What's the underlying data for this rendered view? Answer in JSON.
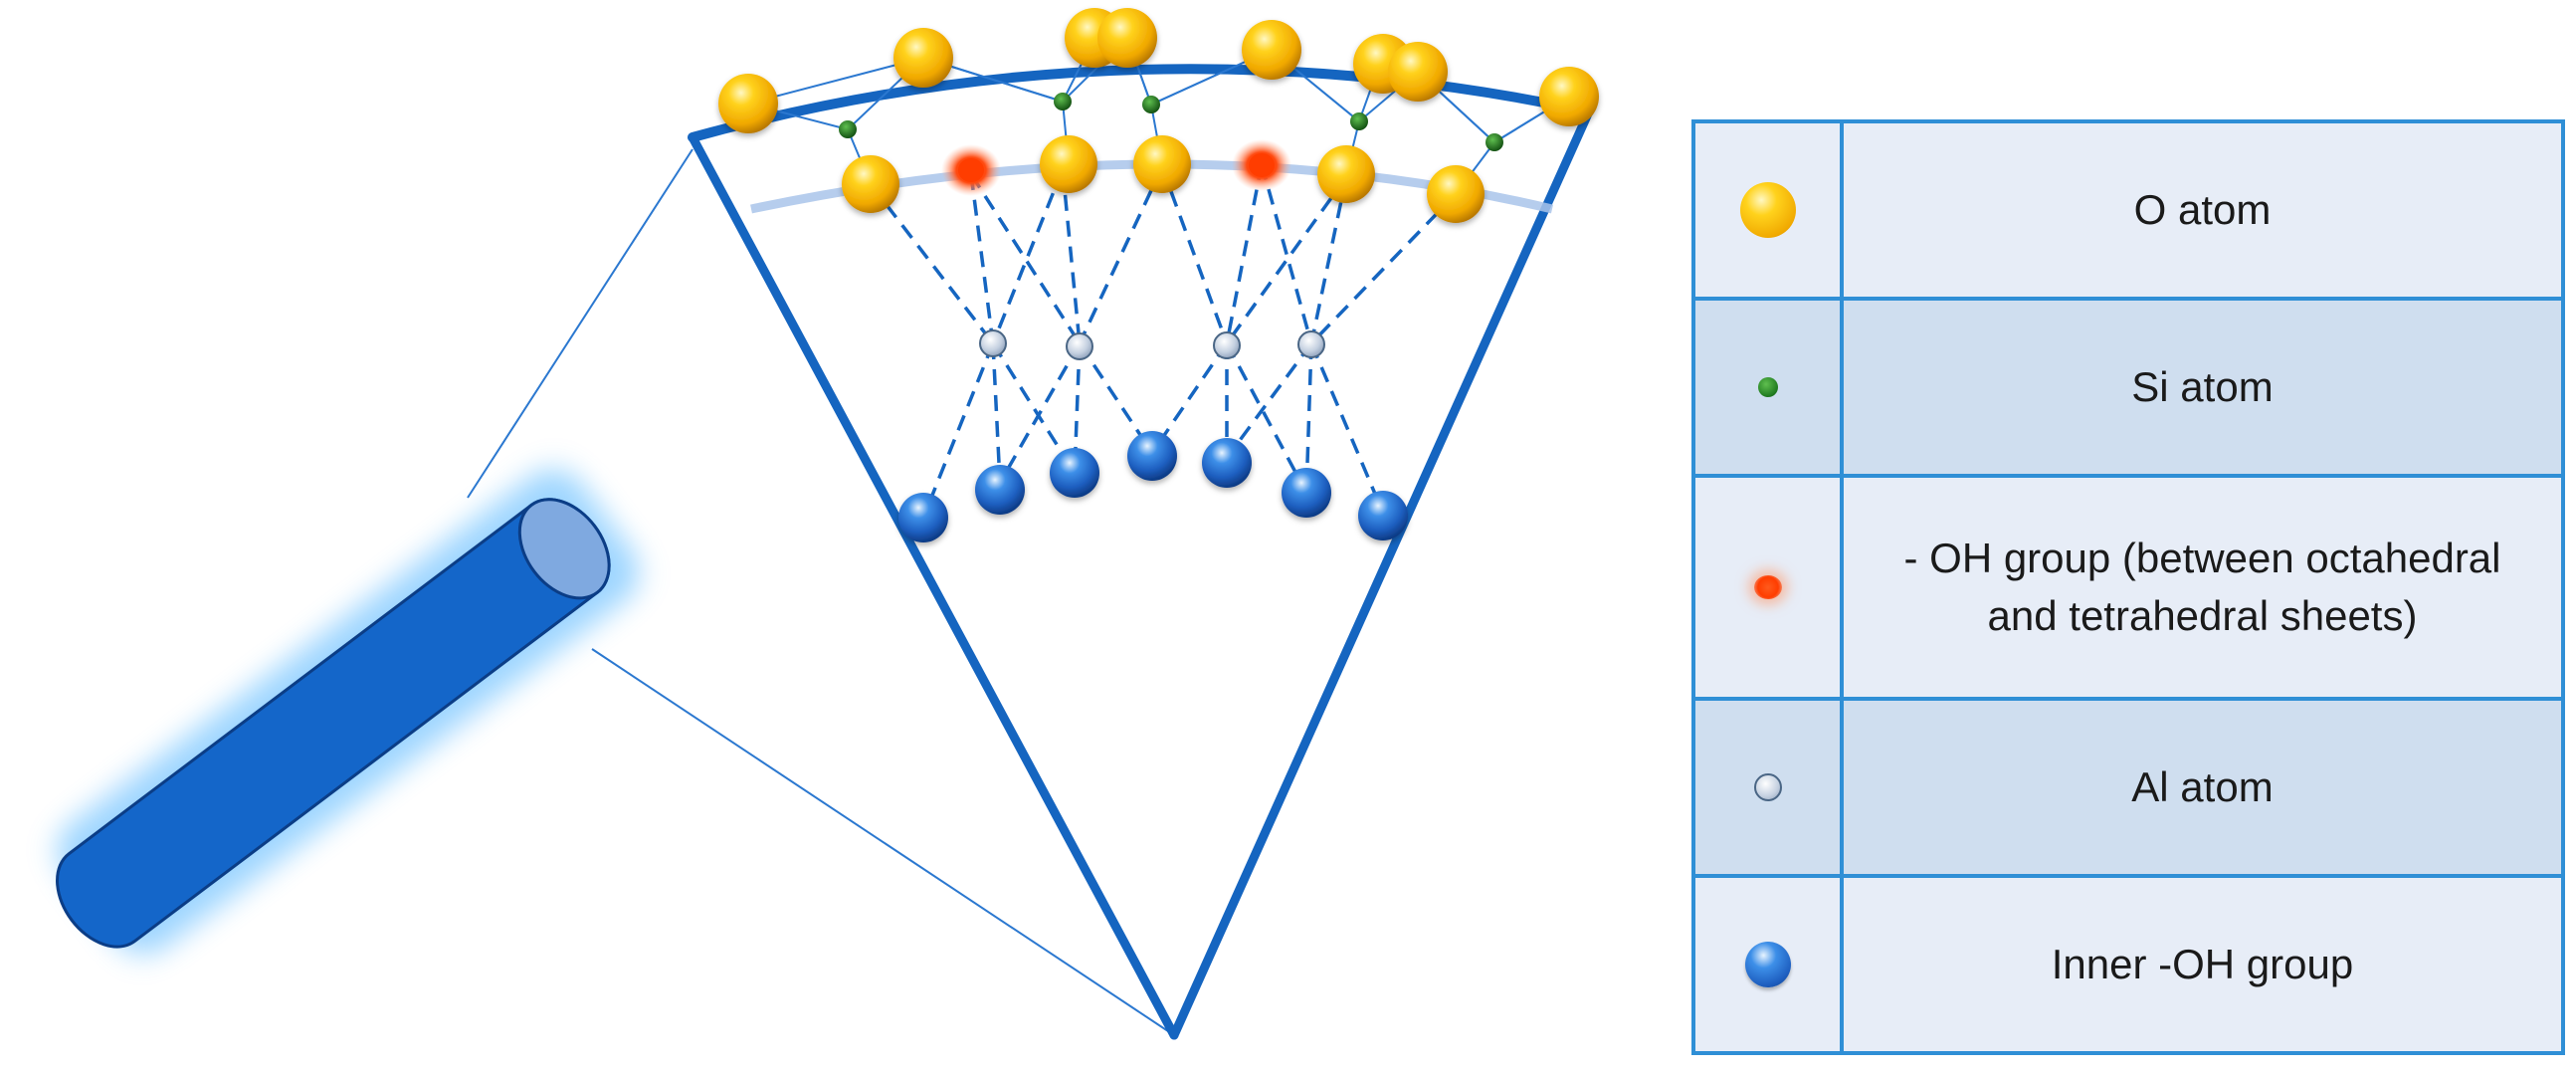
{
  "legend": {
    "items": [
      {
        "symbol": "o-atom-icon",
        "label": "O atom"
      },
      {
        "symbol": "si-atom-icon",
        "label": "Si atom"
      },
      {
        "symbol": "oh-group-icon",
        "label": "- OH group (between octahedral and tetrahedral sheets)"
      },
      {
        "symbol": "al-atom-icon",
        "label": "Al atom"
      },
      {
        "symbol": "inner-oh-icon",
        "label": "Inner -OH group"
      }
    ]
  },
  "colors": {
    "outline": "#1565c0",
    "o_atom": "#ffc400",
    "si_atom": "#1f7a1f",
    "oh_group": "#ff3d00",
    "al_atom": "#b8c6da",
    "inner_oh": "#1e5fc0",
    "table_border": "#2f8fd6"
  }
}
